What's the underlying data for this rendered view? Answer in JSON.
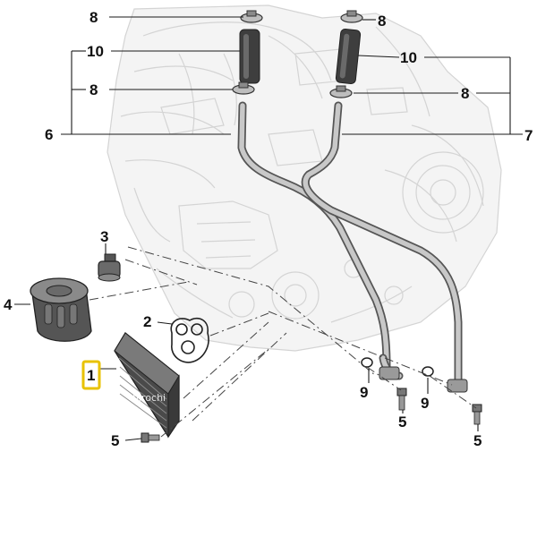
{
  "callouts": {
    "c8_top_left": "8",
    "c8_top_right": "8",
    "c10_left": "10",
    "c10_right": "10",
    "c8_mid_left": "8",
    "c8_mid_right": "8",
    "c6": "6",
    "c7": "7",
    "c3": "3",
    "c4": "4",
    "c2": "2",
    "c1": "1",
    "c9_left": "9",
    "c9_right": "9",
    "c5_mid": "5",
    "c5_right": "5",
    "c5_bottom_left": "5"
  },
  "watermark": "hirochi",
  "colors": {
    "highlight_box": "#e8c200",
    "engine_ghost": "#d4d4d4",
    "part_dark": "#4a4a4a",
    "part_mid": "#8a8a8a",
    "pipe": "#a8a8a8"
  },
  "icons": {
    "engine": "engine-block-icon",
    "clamp": "hose-clamp-icon",
    "hose": "hose-icon",
    "filter": "oil-filter-icon",
    "cooler": "oil-cooler-icon",
    "gasket": "gasket-icon",
    "screw": "screw-icon",
    "seal": "o-ring-icon"
  }
}
